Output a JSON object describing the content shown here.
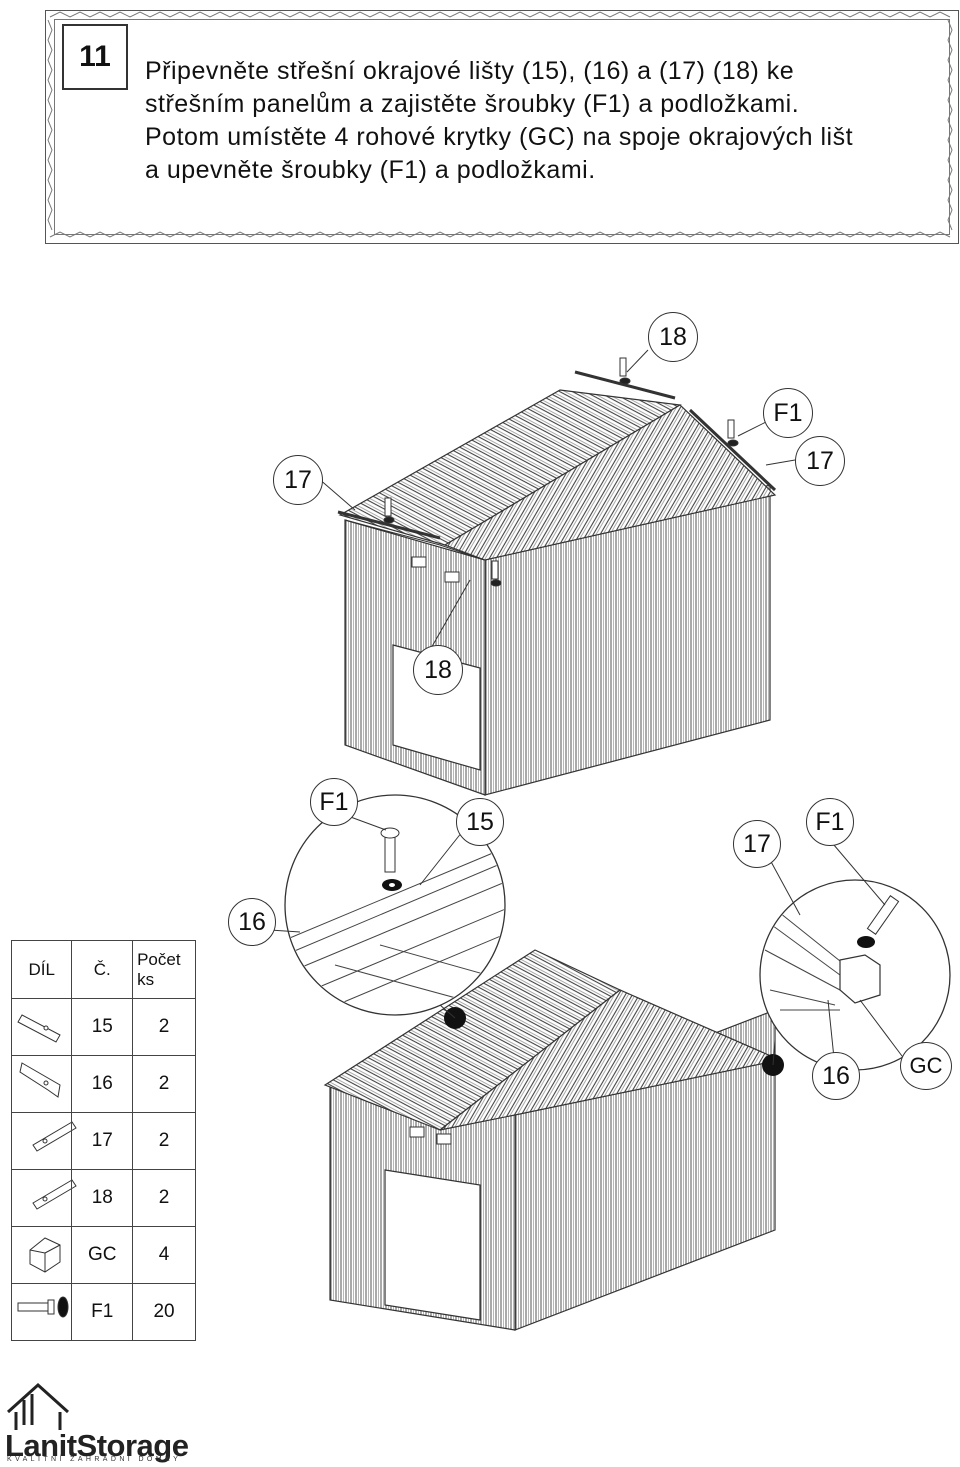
{
  "header": {
    "step_number": "11",
    "instruction_lines": [
      "Připevněte střešní okrajové lišty (15), (16) a (17) (18) ke",
      "střešním panelům a zajistěte šroubky (F1) a podložkami.",
      "Potom umístěte 4 rohové krytky (GC) na spoje okrajových lišt",
      "a upevněte šroubky (F1) a podložkami."
    ]
  },
  "top_diagram": {
    "labels": {
      "ridge_top": "18",
      "f1_right": "F1",
      "right_17": "17",
      "left_17": "17",
      "front_18": "18"
    }
  },
  "detail_left": {
    "labels": {
      "f1": "F1",
      "part_15": "15",
      "part_16": "16"
    }
  },
  "detail_right": {
    "labels": {
      "part_17": "17",
      "f1": "F1",
      "part_16": "16",
      "gc": "GC"
    }
  },
  "parts_table": {
    "headers": {
      "part": "DÍL",
      "number": "Č.",
      "count": "Počet ks"
    },
    "rows": [
      {
        "icon": "rail-15-icon",
        "number": "15",
        "count": "2"
      },
      {
        "icon": "rail-16-icon",
        "number": "16",
        "count": "2"
      },
      {
        "icon": "rail-17-icon",
        "number": "17",
        "count": "2"
      },
      {
        "icon": "rail-18-icon",
        "number": "18",
        "count": "2"
      },
      {
        "icon": "corner-cap-icon",
        "number": "GC",
        "count": "4"
      },
      {
        "icon": "screw-washer-icon",
        "number": "F1",
        "count": "20"
      }
    ]
  },
  "logo": {
    "brand": "LanitStorage",
    "tagline": "KVALITNÍ ZAHRADNÍ DOMKY"
  }
}
